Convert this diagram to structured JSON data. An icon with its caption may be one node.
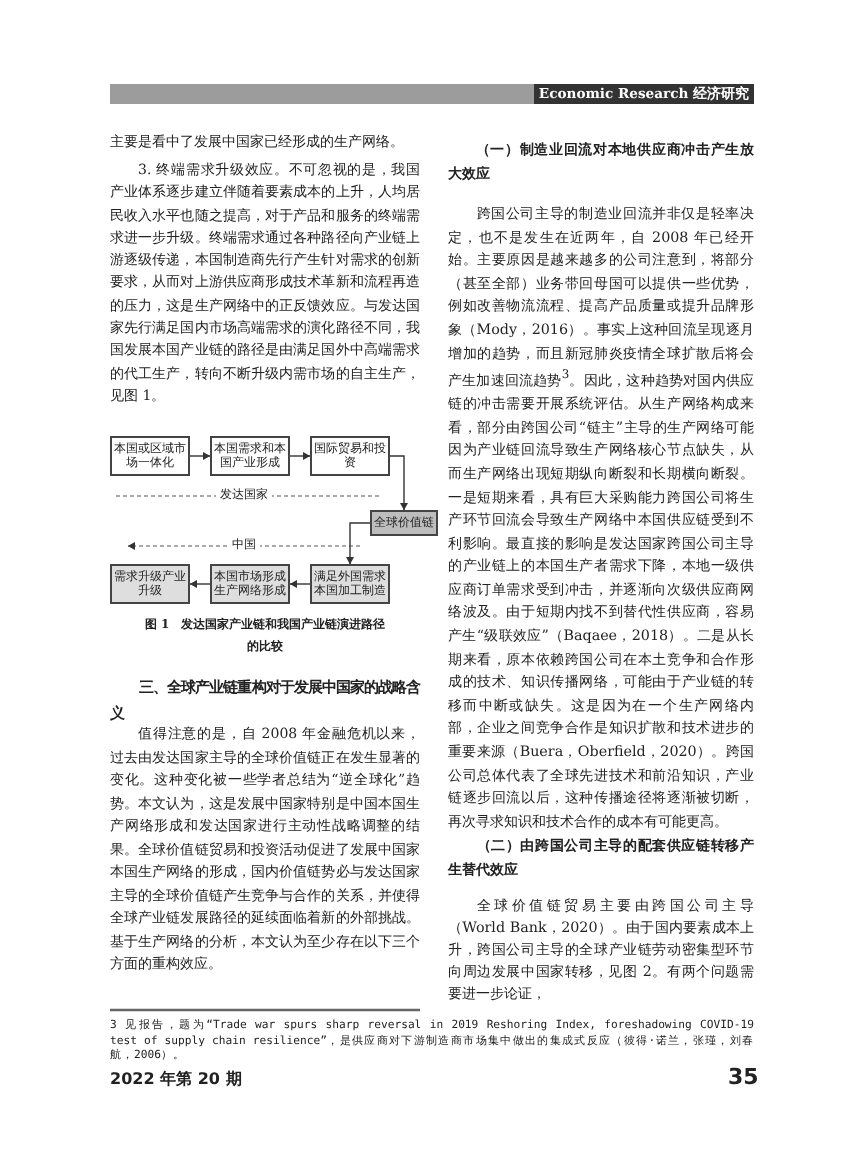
{
  "diagram": {
    "caption": "图 1　发达国家产业链和我国产业链演进路径的比较",
    "nodes": [
      {
        "text": [
          "本国或区域市场一体化"
        ]
      },
      {
        "text": [
          "本国需求和本国产业形成"
        ]
      },
      {
        "text": [
          "国际贸易和投资"
        ]
      },
      {
        "text": [
          "全球价值链"
        ]
      },
      {
        "text": [
          "满足外国需求本国加工制造"
        ]
      },
      {
        "text": [
          "本国市场形成生产网络形成"
        ]
      },
      {
        "text": [
          "需求升级产业升级"
        ]
      }
    ],
    "edges": [
      {
        "from": 0,
        "to": 1,
        "arrow": "to"
      },
      {
        "from": 1,
        "to": 2,
        "arrow": "to"
      },
      {
        "from": 2,
        "to": 3,
        "arrow": "to"
      },
      {
        "from": 3,
        "to": 4,
        "arrow": "to"
      },
      {
        "from": 4,
        "to": 5,
        "arrow": "to"
      },
      {
        "from": 5,
        "to": 6,
        "arrow": "to"
      }
    ],
    "labels": [
      "Economic Research 经济研究",
      "主要是看中了发展中国家已经形成的生产网络。",
      "3. 终端需求升级效应。不可忽视的是，我国产业体系逐步建立伴随着要素成本的上升，人均居民收入水平也随之提高，对于产品和服务的终端需求进一步升级。终端需求通过各种路径向产业链上游逐级传递，本国制造商先行产生针对需求的创新要求，从而对上游供应商形成技术革新和流程再造的压力，这是生产网络中的正反馈效应。与发达国家先行满足国内市场高端需求的演化路径不同，我国发展本国产业链的路径是由满足国外中高端需求的代工生产，转向不断升级内需市场的自主生产，见图 1。",
      "发达国家",
      "中国",
      "三、全球产业链重构对于发展中国家的战略含义",
      "值得注意的是，自 2008 年金融危机以来，过去由发达国家主导的全球价值链正在发生显著的变化。这种变化被一些学者总结为“逆全球化”趋势。本文认为，这是发展中国家特别是中国本国生产网络形成和发达国家进行主动性战略调整的结果。全球价值链贸易和投资活动促进了发展中国家本国生产网络的形成，国内价值链势必与发达国家主导的全球价值链产生竞争与合作的关系，并使得全球产业链发展路径的延续面临着新的外部挑战。基于生产网络的分析，本文认为至少存在以下三个方面的重构效应。",
      "（一）制造业回流对本地供应商冲击产生放大效应",
      "跨国公司主导的制造业回流并非仅是轻率决定，也不是发生在近两年，自 2008 年已经开始。主要原因是越来越多的公司注意到，将部分（甚至全部）业务带回母国可以提供一些优势，例如改善物流流程、提高产品质量或提升品牌形象（Mody，2016）。事实上这种回流呈现逐月增加的趋势，而且新冠肺炎疫情全球扩散后将会产生加速回流趋势$^{3}$。因此，这种趋势对国内供应链的冲击需要开展系统评估。从生产网络构成来看，部分由跨国公司“链主”主导的生产网络可能因为产业链回流导致生产网络核心节点缺失，从而生产网络出现短期纵向断裂和长期横向断裂。一是短期来看，具有巨大采购能力跨国公司将生产环节回流会导致生产网络中本国供应链受到不利影响。最直接的影响是发达国家跨国公司主导的产业链上的本国生产者需求下降，本地一级供应商订单需求受到冲击，并逐渐向次级供应商网络波及。由于短期内找不到替代性供应商，容易产生“级联效应”（Baqaee，2018）。二是从长期来看，原本依赖跨国公司在本土竞争和合作形成的技术、知识传播网络，可能由于产业链的转移而中断或缺失。这是因为在一个生产网络内部，企业之间竞争合作是知识扩散和技术进步的重要来源（Buera，Oberfield，2020）。跨国公司总体代表了全球先进技术和前沿知识，产业链逐步回流以后，这种传播途径将逐渐被切断，再次寻求知识和技术合作的成本有可能更高。",
      "（二）由跨国公司主导的配套供应链转移产生替代效应",
      "全球价值链贸易主要由跨国公司主导（World Bank，2020）。由于国内要素成本上升，跨国公司主导的全球产业链劳动密集型环节向周边发展中国家转移，见图 2。有两个问题需要进一步论证，",
      "3 见报告，题为“Trade war spurs sharp reversal in 2019 Reshoring Index, foreshadowing COVID-19 test of supply chain resilience”，是供应商对下游制造商市场集中做出的集成式反应（彼得·诺兰，张瑾，刘春航，2006）。",
      "2022 年第 20 期",
      "35"
    ]
  }
}
